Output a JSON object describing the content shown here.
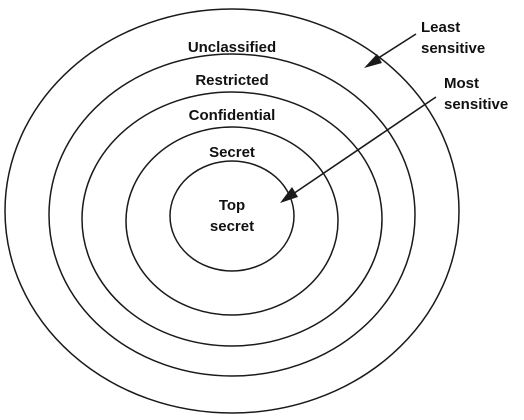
{
  "rings": [
    {
      "label": "Unclassified"
    },
    {
      "label": "Restricted"
    },
    {
      "label": "Confidential"
    },
    {
      "label": "Secret"
    },
    {
      "label_lines": [
        "Top",
        "secret"
      ]
    }
  ],
  "callouts": {
    "least": {
      "lines": [
        "Least",
        "sensitive"
      ]
    },
    "most": {
      "lines": [
        "Most",
        "sensitive"
      ]
    }
  }
}
